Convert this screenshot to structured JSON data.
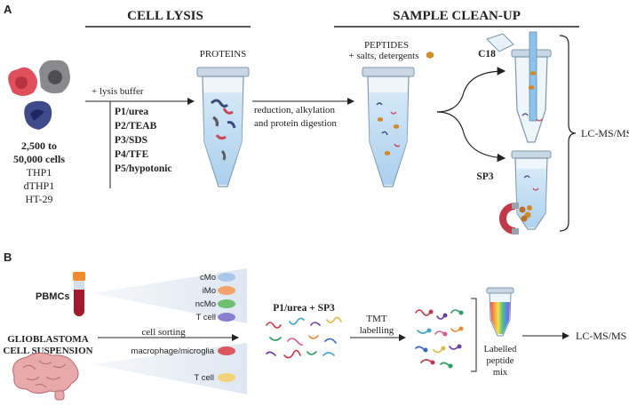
{
  "panel_a": {
    "letter": "A",
    "cell_lysis_header": "CELL LYSIS",
    "sample_cleanup_header": "SAMPLE CLEAN-UP",
    "cell_count": [
      "2,500 to",
      "50,000 cells"
    ],
    "cell_lines": [
      "THP1",
      "dTHP1",
      "HT-29"
    ],
    "lysis_buffer_label": "+ lysis buffer",
    "buffers": [
      "P1/urea",
      "P2/TEAB",
      "P3/SDS",
      "P4/TFE",
      "P5/hypotonic"
    ],
    "proteins_label": "PROTEINS",
    "digestion_label": [
      "reduction, alkylation",
      "and protein digestion"
    ],
    "peptides_label": "PEPTIDES",
    "salts_label": "+ salts, detergents",
    "c18_label": "C18",
    "sp3_label": "SP3",
    "lcms_label": "LC-MS/MS"
  },
  "panel_b": {
    "letter": "B",
    "pbmcs_label": "PBMCs",
    "glioblastoma_label": [
      "GLIOBLASTOMA",
      "CELL SUSPENSION"
    ],
    "pbmc_populations": [
      {
        "label": "cMo",
        "color": "#a9c8ec"
      },
      {
        "label": "iMo",
        "color": "#f2a36b"
      },
      {
        "label": "ncMo",
        "color": "#6fbf73"
      },
      {
        "label": "T cell",
        "color": "#8b7fd0"
      }
    ],
    "gbm_populations": [
      {
        "label": "macrophage/microglia",
        "color": "#d9575f"
      },
      {
        "label": "T cell",
        "color": "#f4d27a"
      }
    ],
    "cell_sorting_label": "cell sorting",
    "method_label": "P1/urea + SP3",
    "tmt_label": [
      "TMT",
      "labelling"
    ],
    "labelled_label": [
      "Labelled",
      "peptide",
      "mix"
    ],
    "lcms_label": "LC-MS/MS"
  }
}
